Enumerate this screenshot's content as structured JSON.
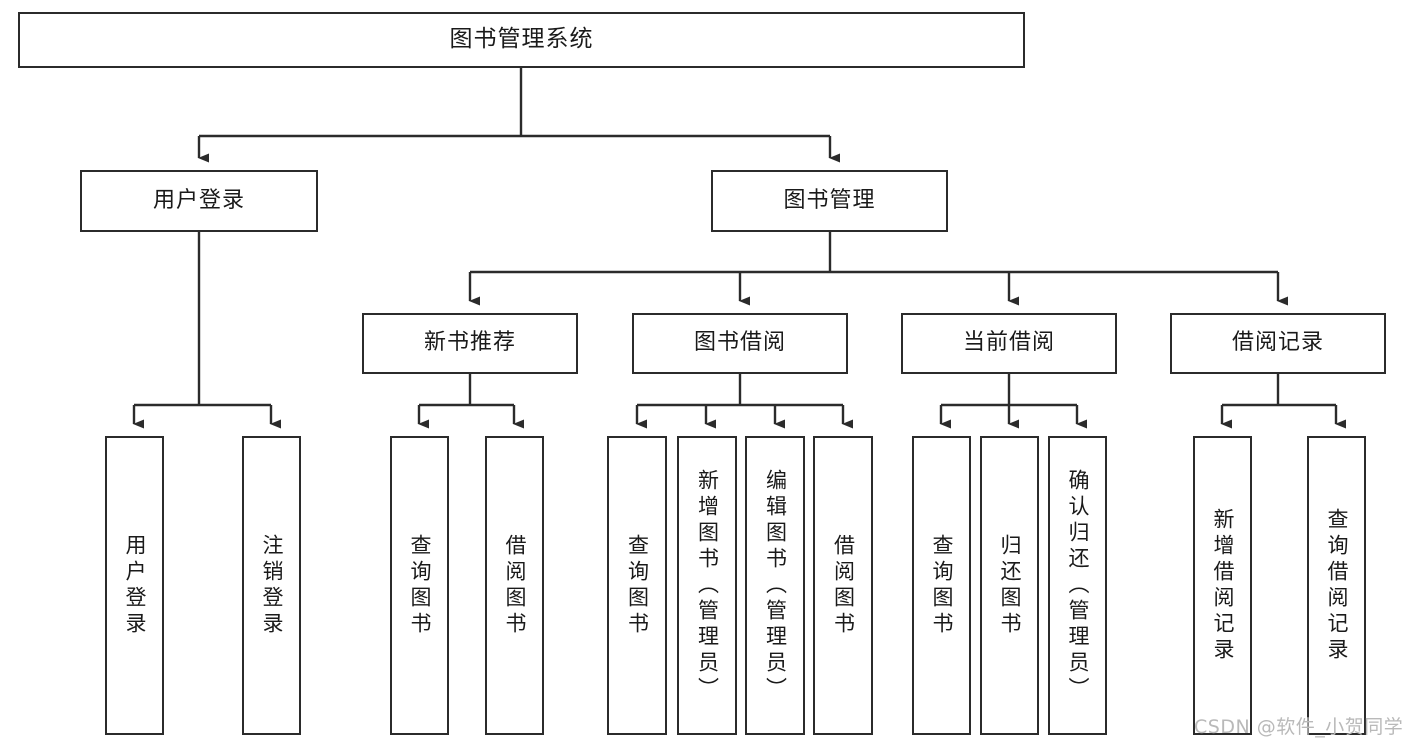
{
  "diagram": {
    "title": "图书管理系统",
    "type": "tree",
    "root": {
      "id": "root",
      "label": "图书管理系统"
    },
    "level2": [
      {
        "id": "user-login",
        "label": "用户登录"
      },
      {
        "id": "book-manage",
        "label": "图书管理"
      }
    ],
    "level3": [
      {
        "id": "new-book-recommend",
        "label": "新书推荐"
      },
      {
        "id": "book-borrow",
        "label": "图书借阅"
      },
      {
        "id": "current-borrow",
        "label": "当前借阅"
      },
      {
        "id": "borrow-record",
        "label": "借阅记录"
      }
    ],
    "leaves": {
      "user_login": [
        {
          "id": "leaf-user-login",
          "label": "用户登录"
        },
        {
          "id": "leaf-logout",
          "label": "注销登录"
        }
      ],
      "new_book_recommend": [
        {
          "id": "leaf-query-book-1",
          "label": "查询图书"
        },
        {
          "id": "leaf-borrow-book-1",
          "label": "借阅图书"
        }
      ],
      "book_borrow": [
        {
          "id": "leaf-query-book-2",
          "label": "查询图书"
        },
        {
          "id": "leaf-add-book",
          "label": "新增图书（管理员）"
        },
        {
          "id": "leaf-edit-book",
          "label": "编辑图书（管理员）"
        },
        {
          "id": "leaf-borrow-book-2",
          "label": "借阅图书"
        }
      ],
      "current_borrow": [
        {
          "id": "leaf-query-book-3",
          "label": "查询图书"
        },
        {
          "id": "leaf-return-book",
          "label": "归还图书"
        },
        {
          "id": "leaf-confirm-return",
          "label": "确认归还（管理员）"
        }
      ],
      "borrow_record": [
        {
          "id": "leaf-add-record",
          "label": "新增借阅记录"
        },
        {
          "id": "leaf-query-record",
          "label": "查询借阅记录"
        }
      ]
    }
  },
  "watermark": {
    "text": "CSDN @软件_小贺同学"
  },
  "colors": {
    "border": "#2b2b2b",
    "background": "#ffffff",
    "text": "#1a1a1a",
    "watermark": "#b9b9b9"
  }
}
